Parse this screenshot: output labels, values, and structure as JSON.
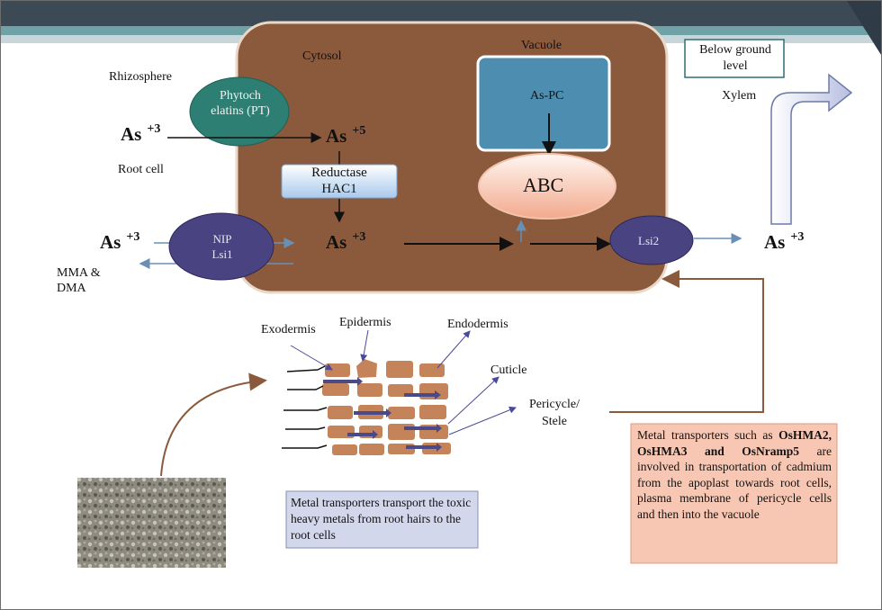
{
  "labels": {
    "rhizosphere": "Rhizosphere",
    "root_cell": "Root cell",
    "cytosol": "Cytosol",
    "vacuole": "Vacuole",
    "below_ground": "Below ground level",
    "xylem": "Xylem",
    "mma_dma": "MMA & DMA",
    "as_pc": "As-PC",
    "abc": "ABC",
    "phytochelatins": "Phytoch elatins (PT)",
    "reductase": "Reductase HAC1",
    "nip_lsi1": "NIP Lsi1",
    "lsi2": "Lsi2"
  },
  "arsenic": {
    "symbol": "As",
    "plus3": "+3",
    "plus5": "+5"
  },
  "tissue_labels": {
    "exodermis": "Exodermis",
    "epidermis": "Epidermis",
    "endodermis": "Endodermis",
    "cuticle": "Cuticle",
    "pericycle": "Pericycle/ Stele"
  },
  "notes": {
    "left": "Metal transporters transport the toxic heavy metals from root hairs to the root cells",
    "right_lead": "Metal transporters such as",
    "right_bold": "OsHMA2, OsHMA3 and OsNramp5",
    "right_tail": "are involved in transportation of cadmium from the apoplast towards root cells, plasma membrane of pericycle cells and then into the vacuole"
  },
  "colors": {
    "cell_fill": "#8b5a3c",
    "vacuole_fill": "#4d8db0",
    "pt_ellipse": "#2d7f73",
    "transporter": "#4a4382",
    "tissue": "#c5835a",
    "left_note_bg": "#d3d7ec",
    "right_note_bg": "#f8c7b3"
  }
}
